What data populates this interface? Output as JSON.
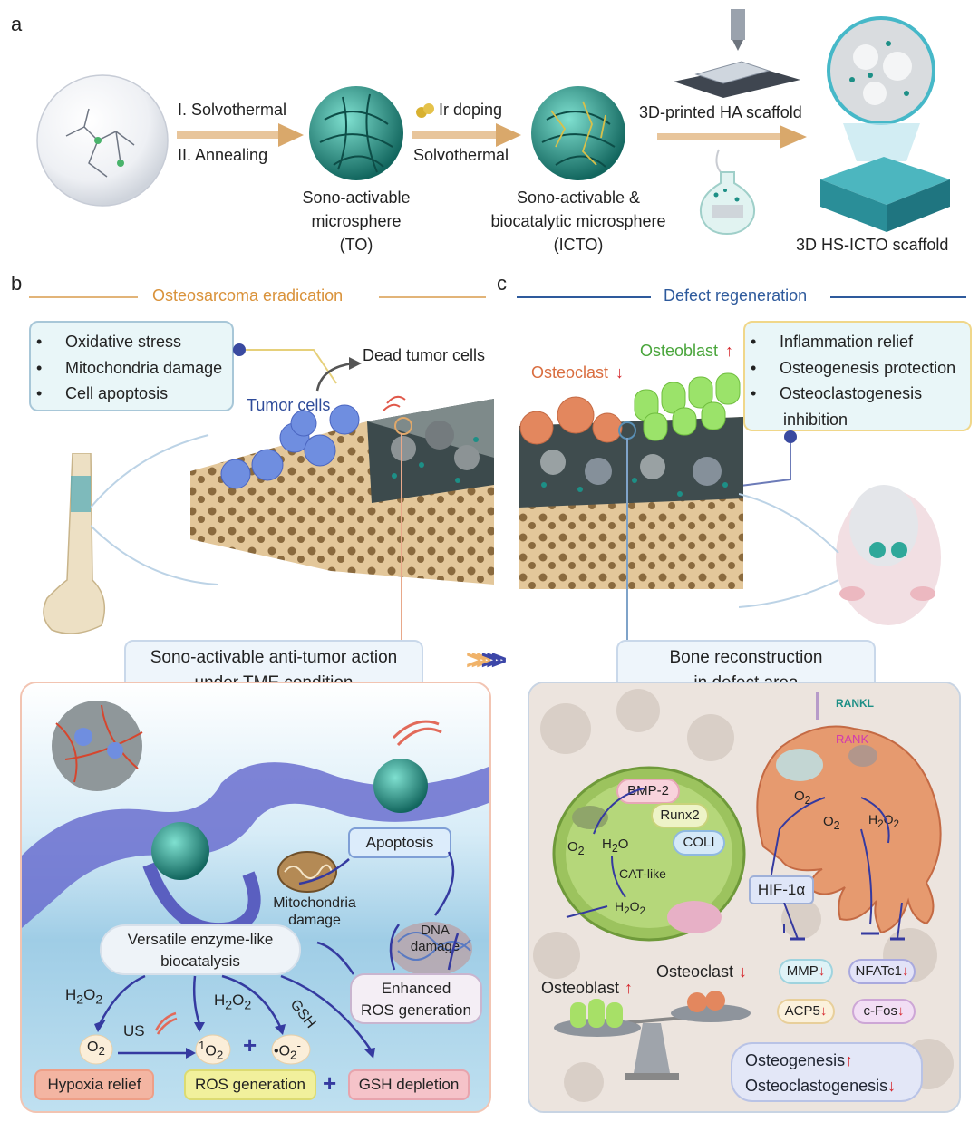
{
  "panel_a": {
    "letter": "a",
    "step1_line1": "I. Solvothermal",
    "step1_line2": "II. Annealing",
    "to_label": [
      "Sono-activable",
      "microsphere",
      "(TO)"
    ],
    "step2_line1": "Ir doping",
    "step2_line2": "Solvothermal",
    "icto_label": [
      "Sono-activable &",
      "biocatalytic microsphere",
      "(ICTO)"
    ],
    "scaffold_step": "3D-printed HA scaffold",
    "final_label": "3D HS-ICTO scaffold"
  },
  "panel_b": {
    "letter": "b",
    "title": "Osteosarcoma eradication",
    "effects": [
      "Oxidative stress",
      "Mitochondria damage",
      "Cell apoptosis"
    ],
    "dead_cells": "Dead tumor cells",
    "tumor_cells": "Tumor cells",
    "action_box": [
      "Sono-activable anti-tumor action",
      "under TME condition"
    ],
    "apoptosis": "Apoptosis",
    "mito": [
      "Mitochondria",
      "damage"
    ],
    "dna": [
      "DNA",
      "damage"
    ],
    "biocatalysis": [
      "Versatile enzyme-like",
      "biocatalysis"
    ],
    "enhanced_ros": [
      "Enhanced",
      "ROS generation"
    ],
    "us": "US",
    "gsh": "GSH",
    "hypoxia": "Hypoxia relief",
    "ros_gen": "ROS generation",
    "gsh_dep": "GSH depletion"
  },
  "panel_c": {
    "letter": "c",
    "title": "Defect regeneration",
    "osteoclast": "Osteoclast",
    "osteoblast": "Osteoblast",
    "effects": [
      "Inflammation relief",
      "Osteogenesis protection",
      "Osteoclastogenesis",
      "inhibition"
    ],
    "recon_box": [
      "Bone reconstruction",
      "in defect area"
    ],
    "rankl": "RANKL",
    "rank": "RANK",
    "bmp2": "BMP-2",
    "runx2": "Runx2",
    "coli": "COLI",
    "cat_like": "CAT-like",
    "hif": "HIF-1α",
    "mmp": "MMP",
    "nfatc1": "NFATc1",
    "acp5": "ACP5",
    "cfos": "c-Fos",
    "osteoblast_bal": "Osteoblast",
    "osteoclast_bal": "Osteoclast",
    "outcome1": "Osteogenesis",
    "outcome2": "Osteoclastogenesis"
  },
  "colors": {
    "orange_title": "#d9923a",
    "blue_title": "#2e5a9c",
    "up_arrow": "#d6262c",
    "teal": "#1d8f86"
  }
}
